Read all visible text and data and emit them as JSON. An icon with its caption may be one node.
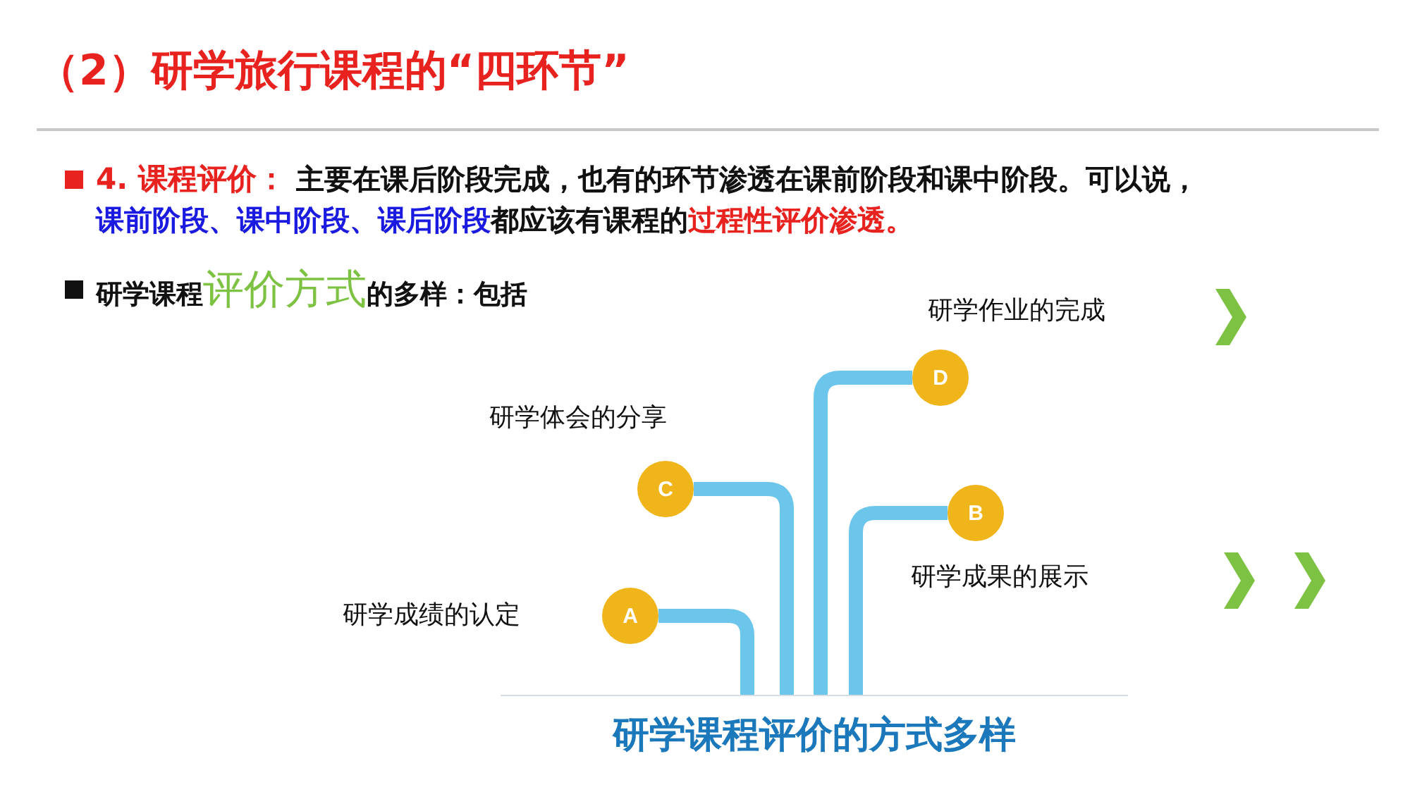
{
  "diagram": {
    "title": "（2）研学旅行课程的“四环节”",
    "nodes": [
      {
        "text": [
          "D"
        ],
        "beside": [
          "研学作业的完成"
        ]
      },
      {
        "text": [
          "C"
        ],
        "beside": [
          "研学体会的分享"
        ]
      },
      {
        "text": [
          "B"
        ],
        "beside": [
          "研学成果的展示"
        ]
      },
      {
        "text": [
          "A"
        ],
        "beside": [
          "研学成绩的认定"
        ]
      },
      {
        "text": [
          "研学课程评价的方式多样"
        ]
      }
    ],
    "edges": [
      {
        "from": 4,
        "to": 3,
        "arrow": "none"
      },
      {
        "from": 4,
        "to": 1,
        "arrow": "none"
      },
      {
        "from": 4,
        "to": 0,
        "arrow": "none"
      },
      {
        "from": 4,
        "to": 2,
        "arrow": "none"
      }
    ],
    "labels": [
      "4. 课程评价：",
      "主要在课后阶段完成，也有的环节渗透在课前阶段和课中阶段。可以说，",
      "课前阶段、课中阶段、课后阶段",
      "都应该有课程的",
      "过程性评价渗透。",
      "研学课程",
      "评价方式",
      "的多样：包括"
    ]
  }
}
